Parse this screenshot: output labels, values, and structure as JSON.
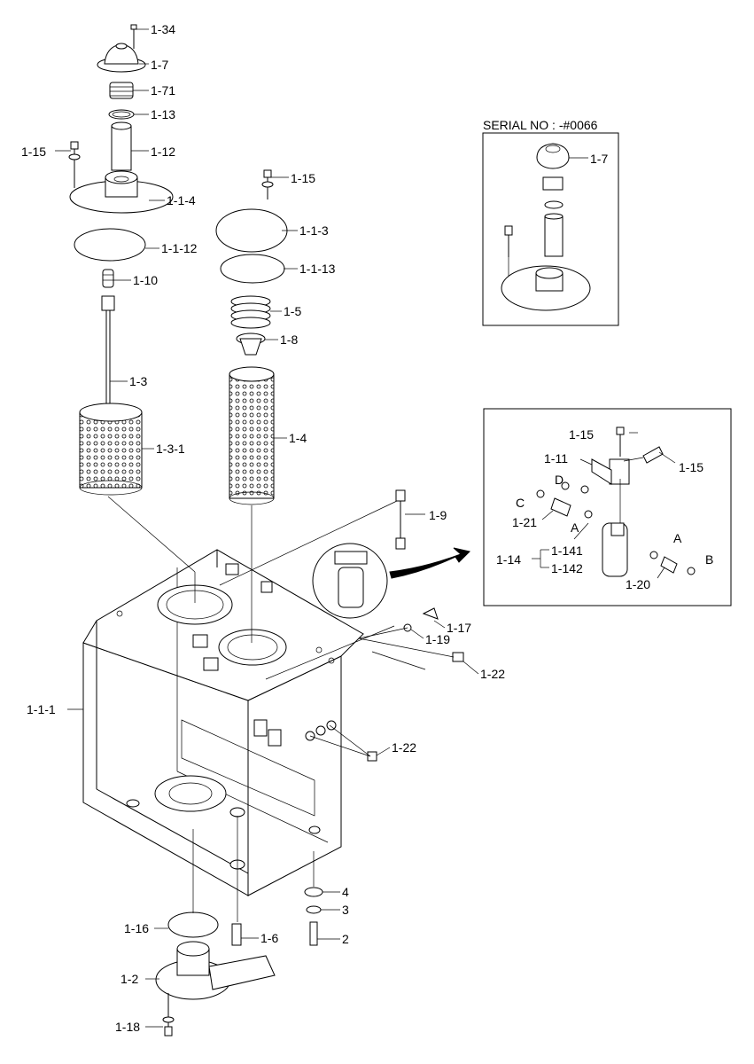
{
  "inset_serial": {
    "title": "SERIAL NO : -#0066",
    "label_1_7": "1-7"
  },
  "labels": {
    "l_1_34": "1-34",
    "l_1_7": "1-7",
    "l_1_71": "1-71",
    "l_1_13": "1-13",
    "l_1_12": "1-12",
    "l_1_15a": "1-15",
    "l_1_1_4": "1-1-4",
    "l_1_1_12": "1-1-12",
    "l_1_10": "1-10",
    "l_1_3": "1-3",
    "l_1_3_1": "1-3-1",
    "l_1_15b": "1-15",
    "l_1_1_3": "1-1-3",
    "l_1_1_13": "1-1-13",
    "l_1_5": "1-5",
    "l_1_8": "1-8",
    "l_1_4": "1-4",
    "l_1_9": "1-9",
    "l_1_17": "1-17",
    "l_1_19": "1-19",
    "l_1_22a": "1-22",
    "l_1_22b": "1-22",
    "l_1_1_1": "1-1-1",
    "l_4": "4",
    "l_3": "3",
    "l_2": "2",
    "l_1_16": "1-16",
    "l_1_6": "1-6",
    "l_1_2": "1-2",
    "l_1_18": "1-18"
  },
  "inset_detail": {
    "l_1_15a": "1-15",
    "l_1_15b": "1-15",
    "l_1_11": "1-11",
    "l_D": "D",
    "l_C": "C",
    "l_1_21": "1-21",
    "l_A1": "A",
    "l_A2": "A",
    "l_B": "B",
    "l_1_14": "1-14",
    "l_1_141": "1-141",
    "l_1_142": "1-142",
    "l_1_20": "1-20"
  }
}
